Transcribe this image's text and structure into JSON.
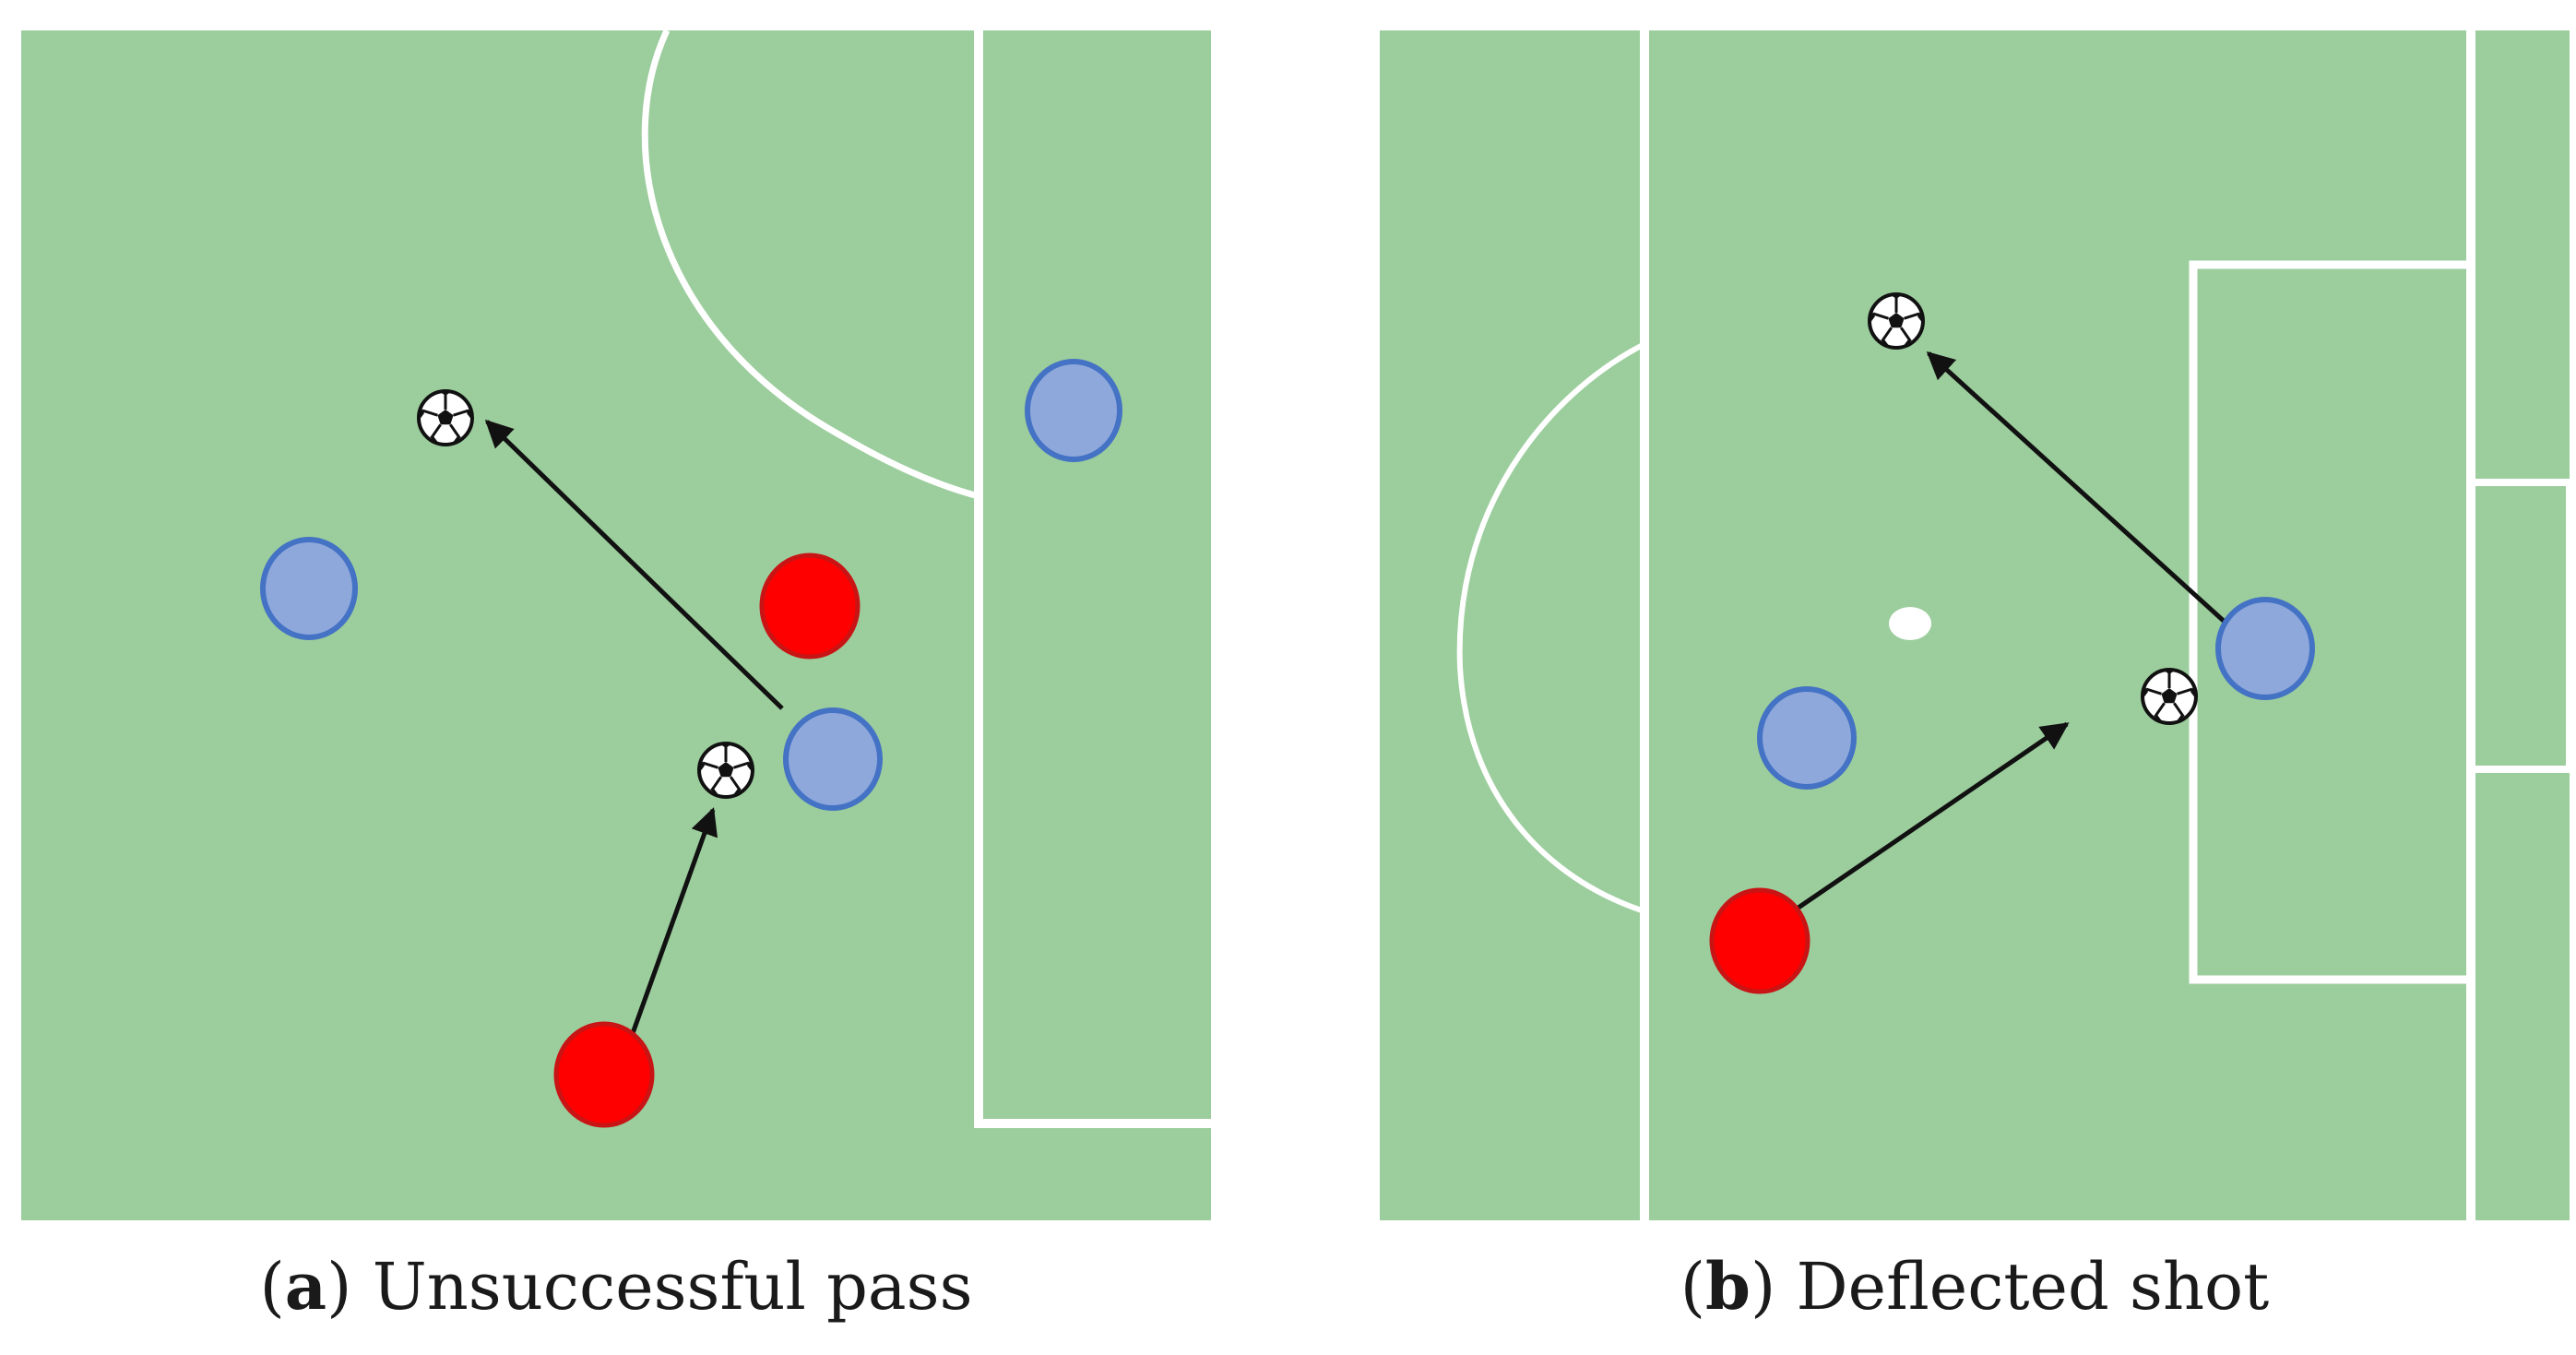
{
  "colors": {
    "pitch": "#9ccd9d",
    "line": "#ffffff",
    "team_red": "#fe0000",
    "team_red_edge": "#c81414",
    "team_blue": "#8fa8dc",
    "team_blue_edge": "#4472c4",
    "arrow": "#111111"
  },
  "panels": {
    "a": {
      "caption_letter": "a",
      "caption_text": "Unsuccessful pass"
    },
    "b": {
      "caption_letter": "b",
      "caption_text": "Deflected shot"
    }
  },
  "icons": {
    "ball": "soccer-ball-icon"
  }
}
